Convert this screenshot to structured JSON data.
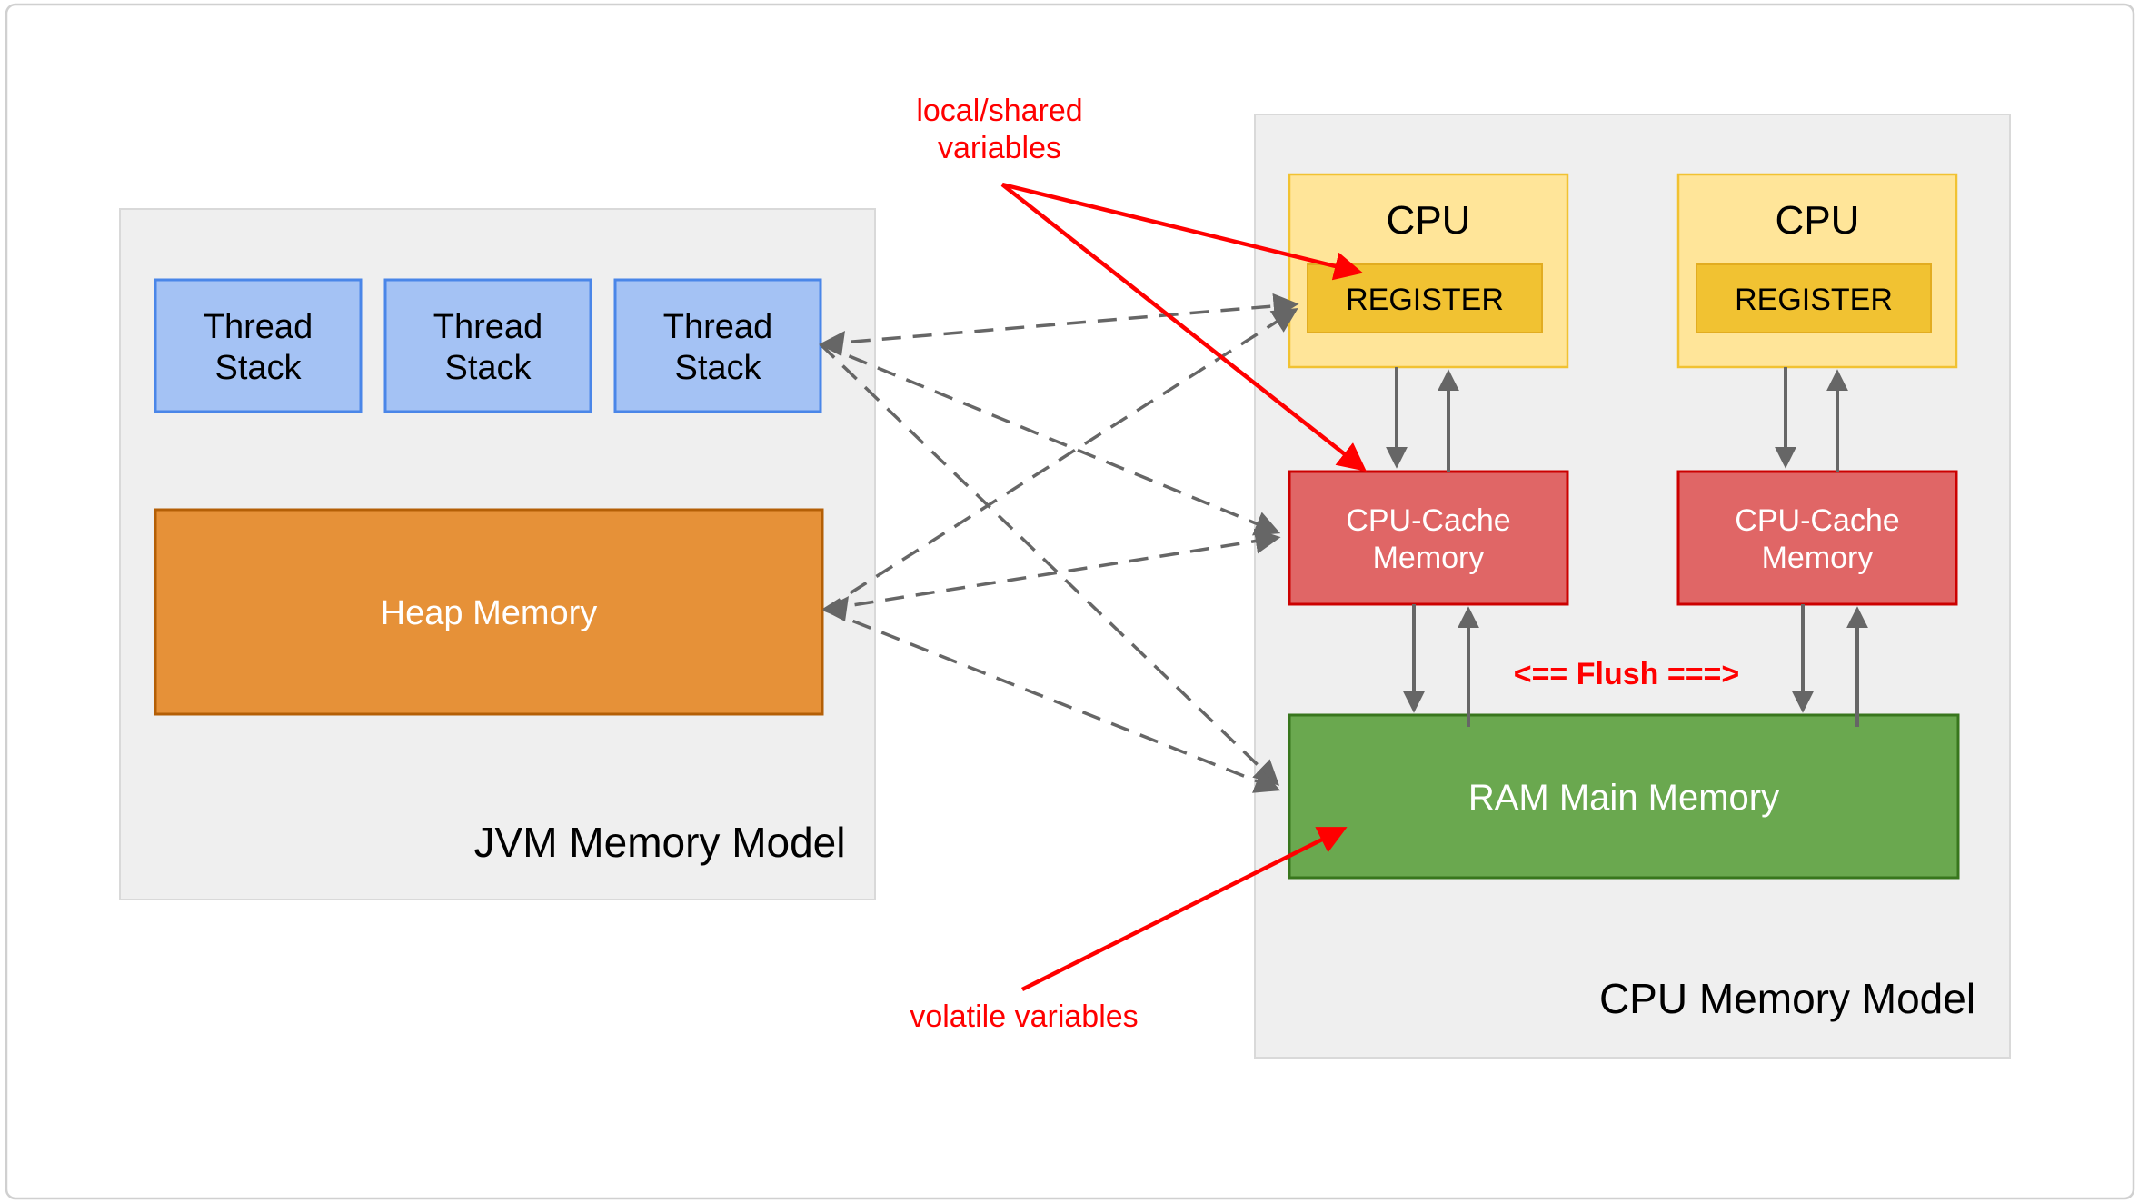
{
  "page": {
    "kind": "memory-model-diagram",
    "background": "#FFFFFF"
  },
  "jvm_model": {
    "title": "JVM Memory Model",
    "thread_stack_count": 3,
    "thread_stack": {
      "line1": "Thread",
      "line2": "Stack"
    },
    "heap_label": "Heap Memory"
  },
  "cpu_model": {
    "title": "CPU Memory Model",
    "cpu_count": 2,
    "cpu_label": "CPU",
    "register_label": "REGISTER",
    "cache": {
      "line1": "CPU-Cache",
      "line2": "Memory"
    },
    "ram_label": "RAM Main Memory",
    "flush_label": "<== Flush ===>"
  },
  "annotations": {
    "local_shared": {
      "line1": "local/shared",
      "line2": "variables"
    },
    "volatile_label": "volatile variables"
  },
  "connections": {
    "dashed_links": [
      "thread-stack-3 <-> register-1",
      "thread-stack-3 <-> cpu-cache-1",
      "thread-stack-3 <-> ram",
      "heap <-> register-1",
      "heap <-> cpu-cache-1",
      "heap <-> ram"
    ],
    "solid_links": [
      "cpu-1 <-> cpu-cache-1",
      "cpu-2 <-> cpu-cache-2",
      "cpu-cache-1 <-> ram",
      "cpu-cache-2 <-> ram"
    ]
  },
  "colors": {
    "page_border": "#D0D0D0",
    "container_fill": "#EFEFEF",
    "container_border": "#D9D9D9",
    "thread_stack_fill": "#A4C2F4",
    "thread_stack_border": "#4A86E8",
    "heap_fill": "#E69138",
    "heap_border": "#B45F06",
    "cpu_fill": "#FFE599",
    "cpu_border": "#F1C232",
    "register_fill": "#F1C232",
    "register_border": "#E2AC21",
    "cache_fill": "#E06666",
    "cache_border": "#CC0000",
    "ram_fill": "#6AA84F",
    "ram_border": "#38761D",
    "arrow_gray": "#666666",
    "annotation_red": "#FF0000",
    "text_dark": "#000000",
    "text_light": "#FFFFFF"
  }
}
